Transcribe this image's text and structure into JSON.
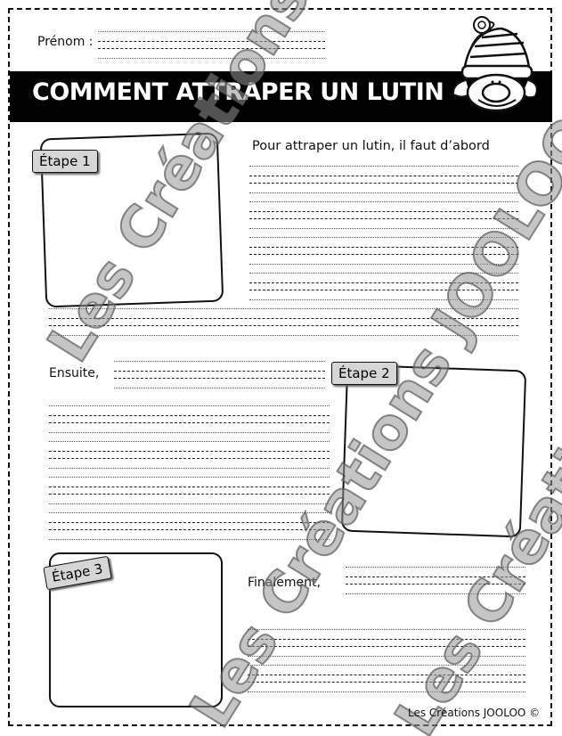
{
  "header": {
    "name_label": "Prénom :",
    "title": "COMMENT ATTRAPER UN LUTIN",
    "mascot": "elf-icon"
  },
  "steps": [
    {
      "label": "Étape 1",
      "prompt": "Pour attraper un lutin, il faut d’abord"
    },
    {
      "label": "Étape 2",
      "prompt": "Ensuite,"
    },
    {
      "label": "Étape 3",
      "prompt": "Finalement,"
    }
  ],
  "footer": {
    "credit": "Les Créations JOOLOO ©"
  },
  "watermark": {
    "text": "Les Créations JOOLOO ©"
  }
}
